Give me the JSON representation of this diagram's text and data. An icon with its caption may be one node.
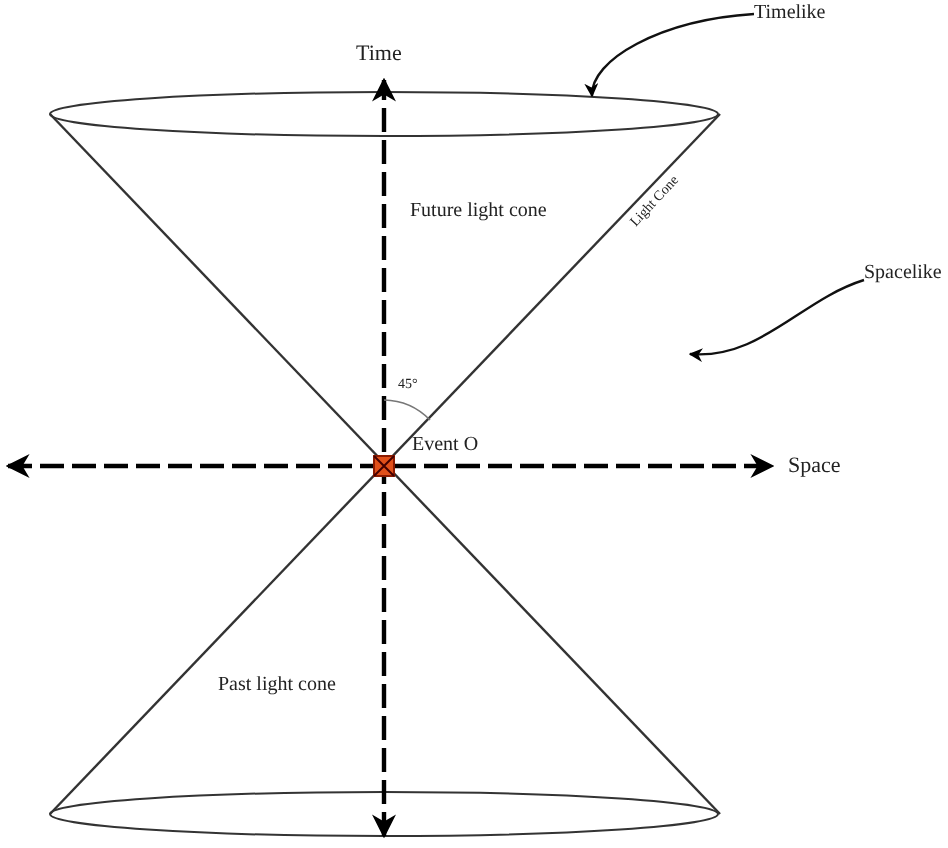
{
  "diagram": {
    "nodes": [
      {
        "text": [
          "Timelike"
        ]
      },
      {
        "text": [],
        "shape": "ellipse"
      },
      {
        "text": [
          "Spacelike"
        ]
      }
    ],
    "edges": [
      {
        "from": 0,
        "to": 1,
        "arrow": "to"
      },
      {
        "from": 2,
        "to": null,
        "arrow": "to"
      }
    ],
    "labels": [
      "Time",
      "Future light cone",
      "Light Cone",
      "45°",
      "Event O",
      "Space",
      "Past light cone"
    ]
  }
}
